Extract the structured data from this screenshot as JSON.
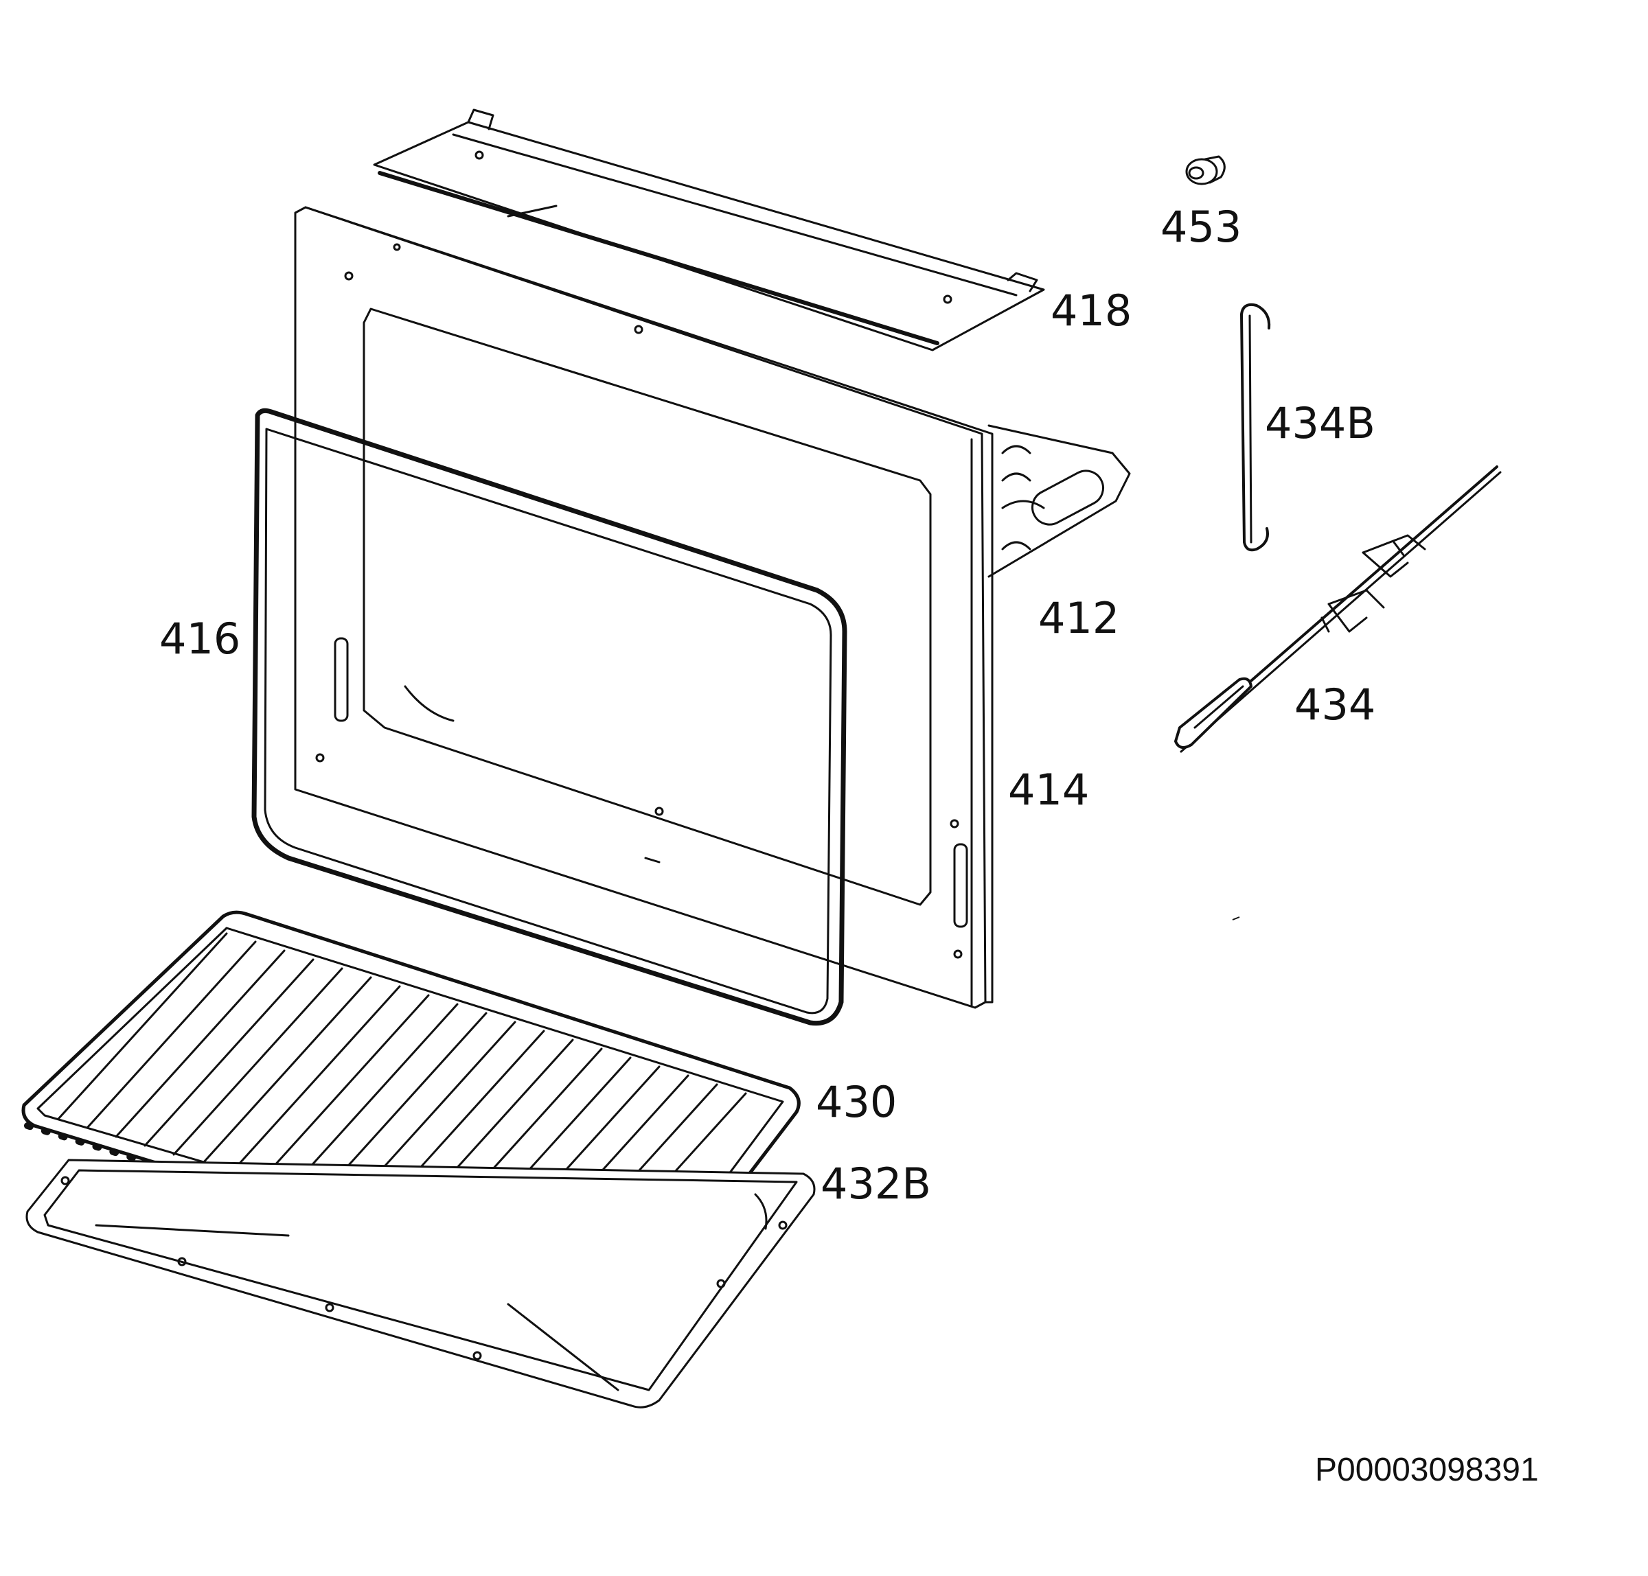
{
  "diagram": {
    "parts": [
      {
        "id": "418",
        "label": "418"
      },
      {
        "id": "412",
        "label": "412"
      },
      {
        "id": "414",
        "label": "414"
      },
      {
        "id": "416",
        "label": "416"
      },
      {
        "id": "430",
        "label": "430"
      },
      {
        "id": "432b",
        "label": "432B"
      },
      {
        "id": "434",
        "label": "434"
      },
      {
        "id": "434b",
        "label": "434B"
      },
      {
        "id": "453",
        "label": "453"
      }
    ],
    "document_id": "P00003098391"
  },
  "colors": {
    "line": "#111111",
    "background": "#ffffff"
  }
}
